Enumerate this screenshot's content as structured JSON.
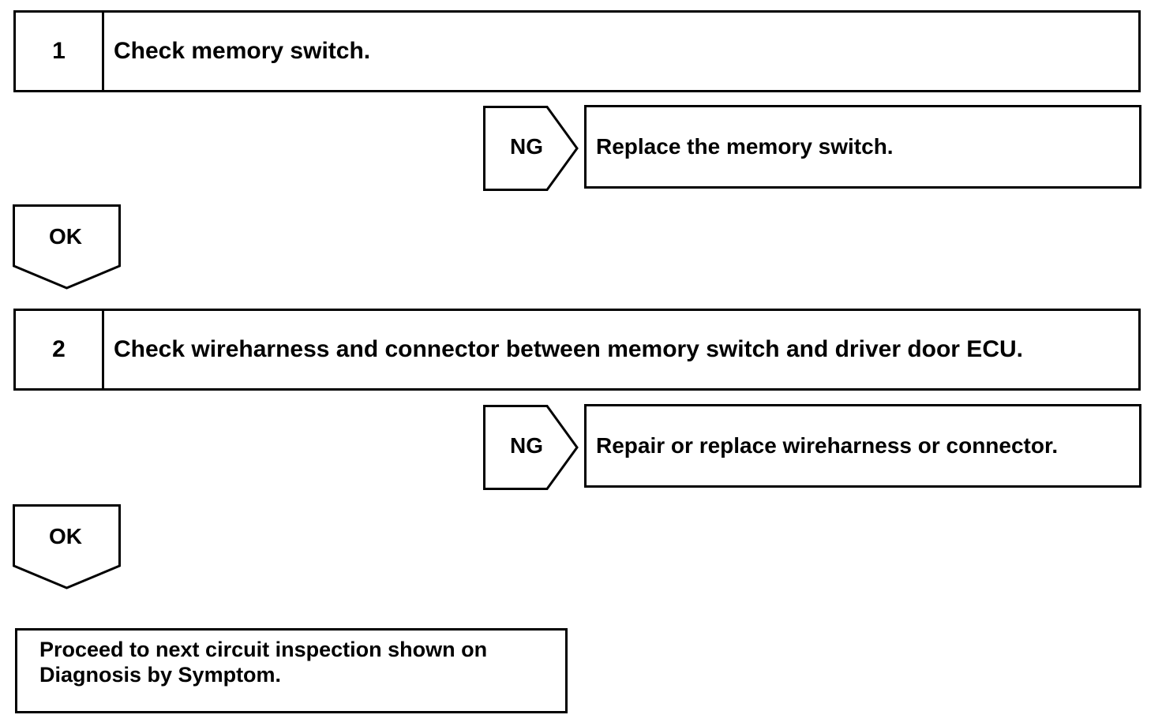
{
  "steps": [
    {
      "number": "1",
      "text": "Check memory switch."
    },
    {
      "number": "2",
      "text": "Check wireharness and connector between memory switch and driver door ECU."
    }
  ],
  "branches": [
    {
      "ng_label": "NG",
      "ng_action": "Replace the memory switch.",
      "ok_label": "OK"
    },
    {
      "ng_label": "NG",
      "ng_action": "Repair or replace wireharness or connector.",
      "ok_label": "OK"
    }
  ],
  "final": {
    "text": "Proceed to next circuit inspection shown on Diagnosis by Symptom."
  }
}
